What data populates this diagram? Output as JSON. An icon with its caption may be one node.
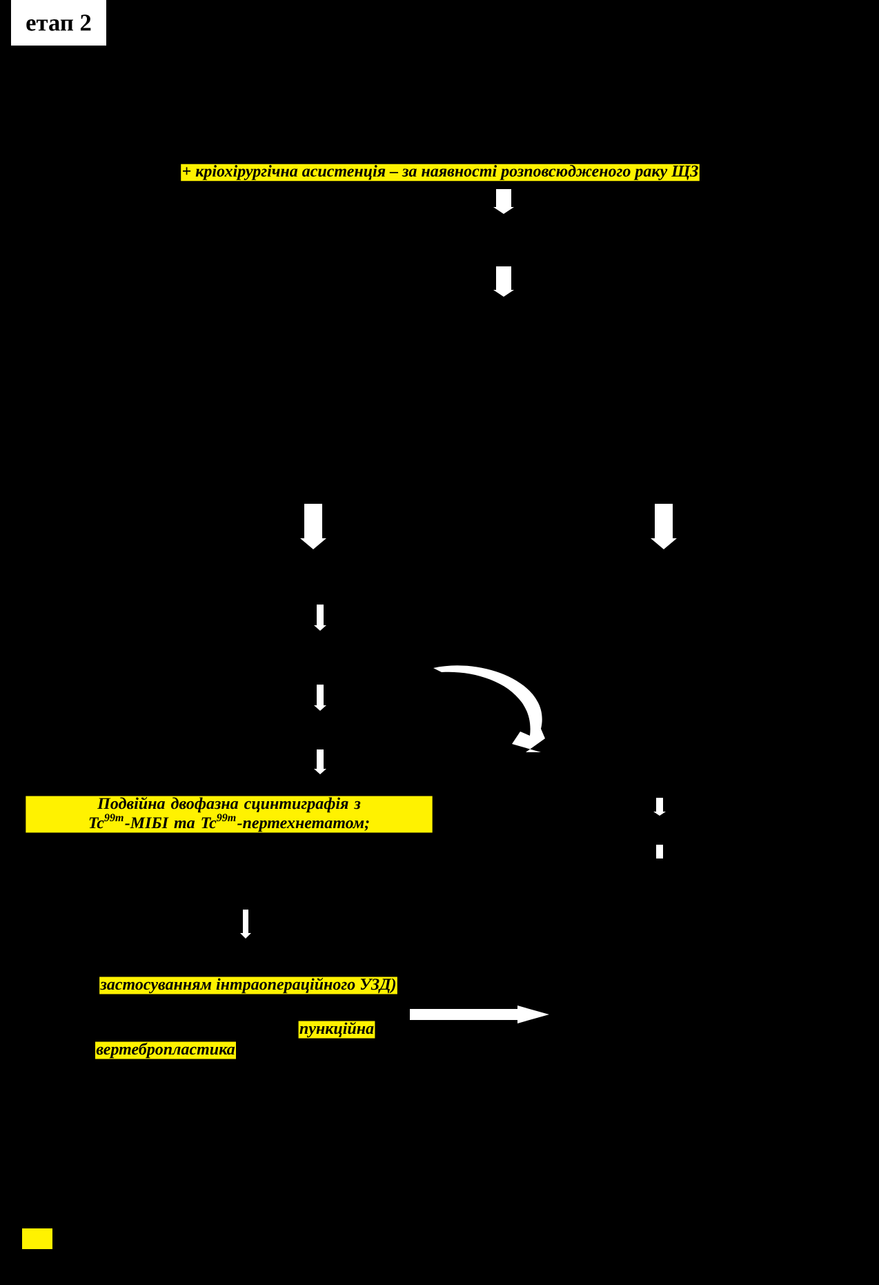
{
  "diagram": {
    "title": "етап 2",
    "labels": [
      "+ кріохірургічна асистенція – за наявності розповсюдженого раку ЩЗ",
      "Подвійна двофазна сцинтиграфія з Tc$^{99m}$-МІБІ та Tc$^{99m}$-пертехнетатом;",
      "застосуванням інтраопераційного УЗД)",
      "пункційна",
      "вертебропластика"
    ]
  }
}
